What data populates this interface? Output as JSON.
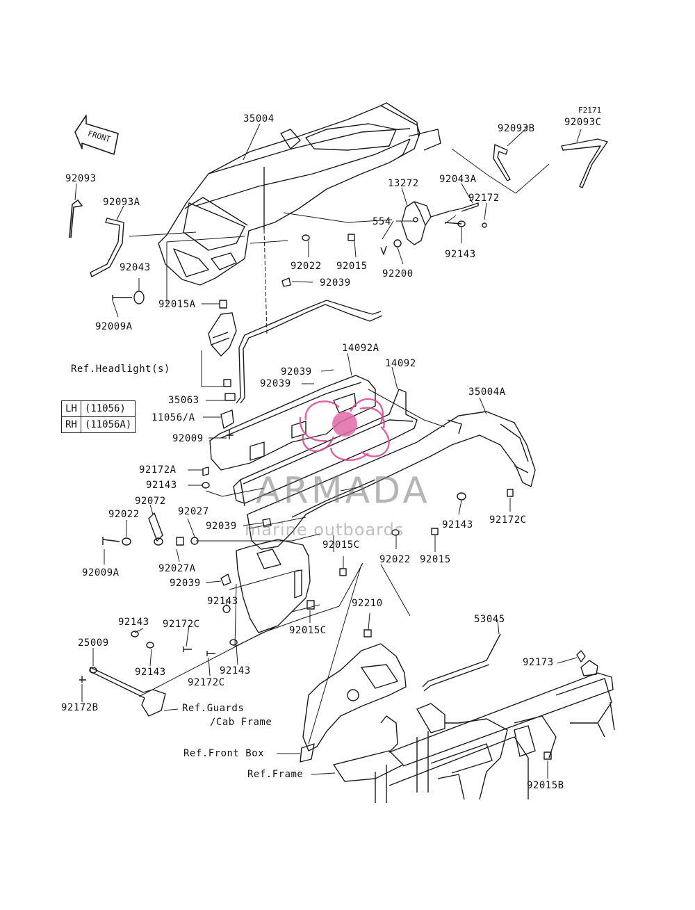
{
  "figure_code": "F2171",
  "front_arrow_text": "FRONT",
  "parts": {
    "p35004": "35004",
    "p92093B": "92093B",
    "p92093C": "92093C",
    "p92093": "92093",
    "p92093A": "92093A",
    "p13272": "13272",
    "p92043A": "92043A",
    "p92172": "92172",
    "p554": "554",
    "p92143a": "92143",
    "p92200": "92200",
    "p92022a": "92022",
    "p92015a": "92015",
    "p92043": "92043",
    "p92039a": "92039",
    "p92015A": "92015A",
    "p92009A_top": "92009A",
    "p14092A": "14092A",
    "p14092": "14092",
    "p92039b": "92039",
    "p92039c": "92039",
    "p35004A": "35004A",
    "p35063": "35063",
    "p11056A": "11056/A",
    "p92009": "92009",
    "p92172A": "92172A",
    "p92143b": "92143",
    "p92072": "92072",
    "p92022b": "92022",
    "p92027": "92027",
    "p92039d": "92039",
    "p92143c": "92143",
    "p92172C_a": "92172C",
    "p92009A_bot": "92009A",
    "p92027A": "92027A",
    "p92015C_a": "92015C",
    "p92022c": "92022",
    "p92015b": "92015",
    "p92039e": "92039",
    "p92143d": "92143",
    "p92210": "92210",
    "p53045": "53045",
    "p92143e": "92143",
    "p92172C_b": "92172C",
    "p92015C_b": "92015C",
    "p25009": "25009",
    "p92143f": "92143",
    "p92143g": "92143",
    "p92172C_c": "92172C",
    "p92173": "92173",
    "p92172B": "92172B",
    "p92015B": "92015B"
  },
  "refs": {
    "headlight": "Ref.Headlight(s)",
    "guards": "Ref.Guards",
    "cab_frame": "/Cab Frame",
    "front_box": "Ref.Front Box",
    "frame": "Ref.Frame"
  },
  "legend": [
    {
      "side": "LH",
      "part": "(11056)"
    },
    {
      "side": "RH",
      "part": "(11056A)"
    }
  ],
  "watermark": {
    "brand": "ARMADA",
    "sub": "marine outboards",
    "logo_color": "#d9468f"
  }
}
